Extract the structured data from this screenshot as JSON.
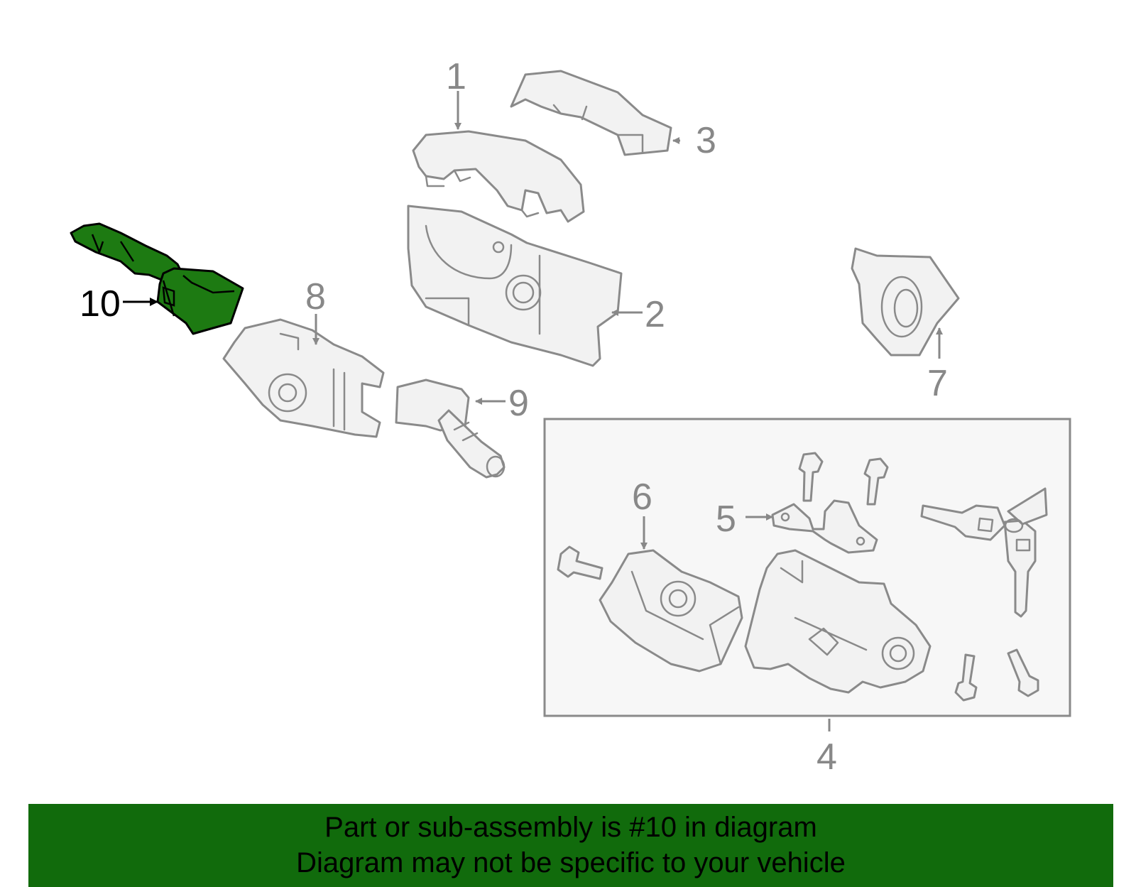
{
  "diagram": {
    "callouts": {
      "c1": "1",
      "c2": "2",
      "c3": "3",
      "c4": "4",
      "c5": "5",
      "c6": "6",
      "c7": "7",
      "c8": "8",
      "c9": "9",
      "c10": "10"
    },
    "highlighted_part": "10",
    "colors": {
      "highlight_fill": "#1d7a12",
      "banner": "#116b0c",
      "part_stroke": "#8a8a8a"
    }
  },
  "banner": {
    "line1": "Part or sub-assembly is #10 in diagram",
    "line2": "Diagram may not be specific to your vehicle"
  }
}
